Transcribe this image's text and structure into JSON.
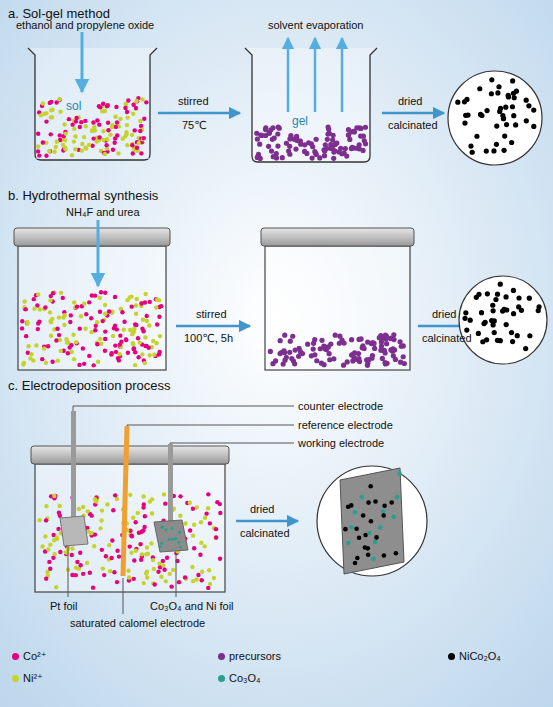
{
  "diagram": {
    "labels": [
      "a. Sol-gel method",
      "ethanol and propylene oxide",
      "solvent evaporation",
      "sol",
      "stirred",
      "75℃",
      "gel",
      "dried",
      "calcinated",
      "b. Hydrothermal synthesis",
      "NH₄F and urea",
      "stirred",
      "100℃, 5h",
      "dried",
      "calcinated",
      "c. Electrodeposition process",
      "counter electrode",
      "reference electrode",
      "working electrode",
      "dried",
      "calcinated",
      "Pt foil",
      "saturated calomel electrode",
      "Co₃O₄ and Ni foil"
    ],
    "legend": [
      {
        "text": "Co²⁺",
        "color": "#e5007d"
      },
      {
        "text": "Ni²⁺",
        "color": "#c5d32a"
      },
      {
        "text": "precursors",
        "color": "#7d2f8f"
      },
      {
        "text": "Co₃O₄",
        "color": "#2a9f8c"
      },
      {
        "text": "NiCo₂O₄",
        "color": "#000000"
      }
    ]
  }
}
